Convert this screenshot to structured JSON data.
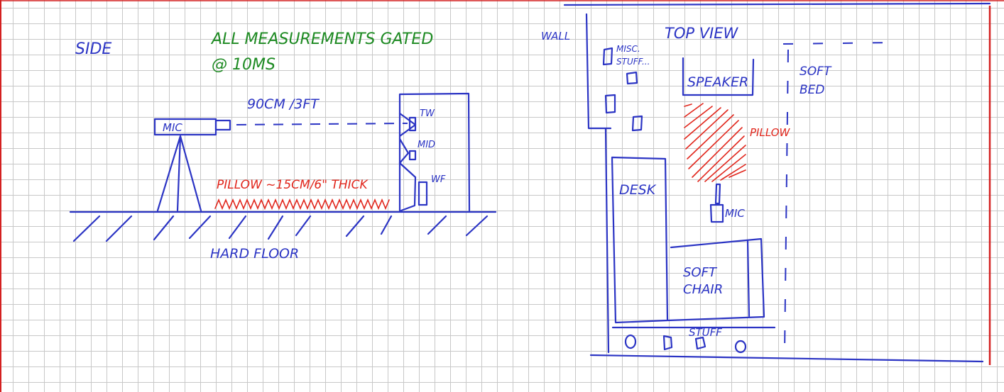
{
  "side_view": {
    "title": "SIDE",
    "note_line1": "ALL MEASUREMENTS GATED",
    "note_line2": "@ 10MS",
    "distance": "90CM /3FT",
    "mic": "MIC",
    "tweeter": "TW",
    "mid": "MID",
    "woofer": "WF",
    "pillow": "PILLOW ~15CM/6\" THICK",
    "floor": "HARD FLOOR"
  },
  "top_view": {
    "title": "TOP VIEW",
    "wall": "WALL",
    "misc_line1": "MISC.",
    "misc_line2": "STUFF...",
    "speaker": "SPEAKER",
    "soft_bed_line1": "SOFT",
    "soft_bed_line2": "BED",
    "pillow": "PILLOW",
    "desk": "DESK",
    "mic": "MIC",
    "soft_chair_line1": "SOFT",
    "soft_chair_line2": "CHAIR",
    "stuff": "STUFF"
  },
  "colors": {
    "ink_blue": "#2b34c4",
    "ink_green": "#1d8a22",
    "ink_red": "#e1261c",
    "grid": "#c8c8c8",
    "page_border": "#d42020"
  }
}
